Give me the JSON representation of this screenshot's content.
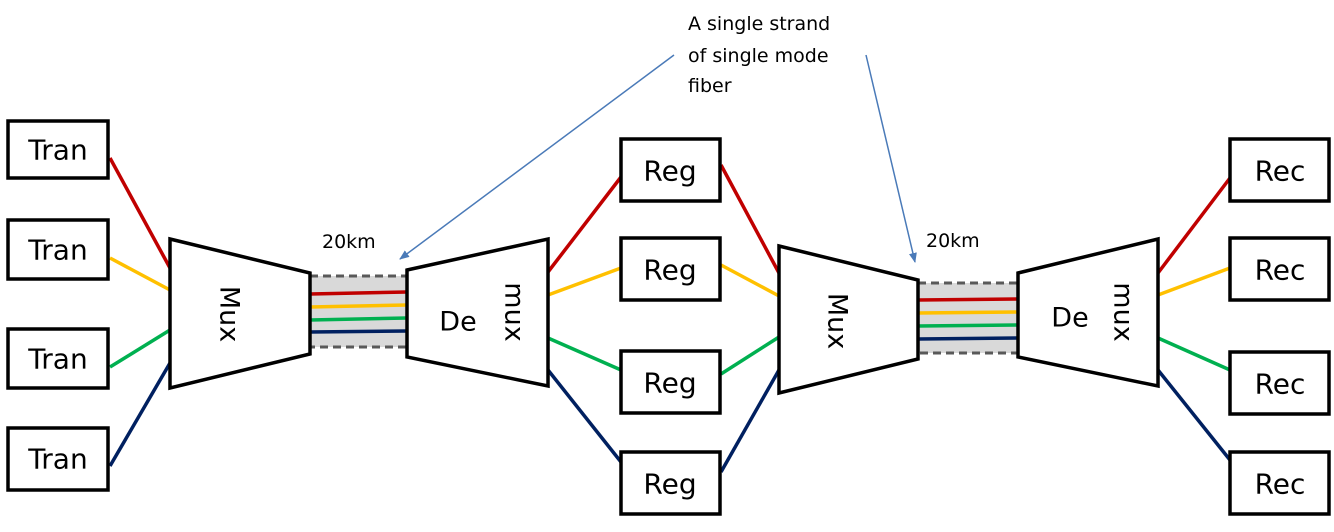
{
  "labels": {
    "tran": "Tran",
    "reg": "Reg",
    "rec": "Rec",
    "mux": "Mux",
    "demux_top": "De",
    "demux_bottom": "mux",
    "distance": "20km",
    "annotation": [
      "A single strand",
      "of single mode",
      "fiber"
    ]
  },
  "colors": {
    "red": "#c00000",
    "yellow": "#ffc000",
    "green": "#00b050",
    "navy": "#002060",
    "arrow": "#4a7ab8",
    "fiber_fill": "#d9d9d9"
  }
}
